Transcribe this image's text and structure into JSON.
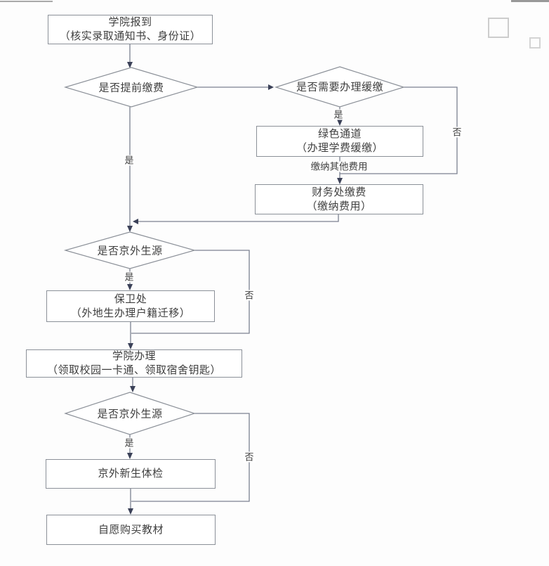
{
  "colors": {
    "line_color": "#7b8191",
    "arrow_color": "#3b4158",
    "border_color": "#8b9098",
    "text_color": "#3e3e3e",
    "canvas_bg": "#fdfdfd"
  },
  "nodes": {
    "report": {
      "line1": "学院报到",
      "line2": "（核实录取通知书、身份证）"
    },
    "pay_advance": {
      "label": "是否提前缴费"
    },
    "need_defer": {
      "label": "是否需要办理缓缴"
    },
    "green_channel": {
      "line1": "绿色通道",
      "line2": "（办理学费缓缴）"
    },
    "finance": {
      "line1": "财务处缴费",
      "line2": "（缴纳费用）"
    },
    "non_beijing_1": {
      "label": "是否京外生源"
    },
    "security": {
      "line1": "保卫处",
      "line2": "（外地生办理户籍迁移）"
    },
    "college": {
      "line1": "学院办理",
      "line2": "（领取校园一卡通、领取宿舍钥匙）"
    },
    "non_beijing_2": {
      "label": "是否京外生源"
    },
    "checkup": {
      "label": "京外新生体检"
    },
    "textbook": {
      "label": "自愿购买教材"
    }
  },
  "edge_labels": {
    "yes_pay_advance": "是",
    "yes_need_defer": "是",
    "no_need_defer": "否",
    "pay_other_fees": "缴纳其他费用",
    "yes_non_beijing_1": "是",
    "no_non_beijing_1": "否",
    "yes_non_beijing_2": "是",
    "no_non_beijing_2": "否"
  }
}
